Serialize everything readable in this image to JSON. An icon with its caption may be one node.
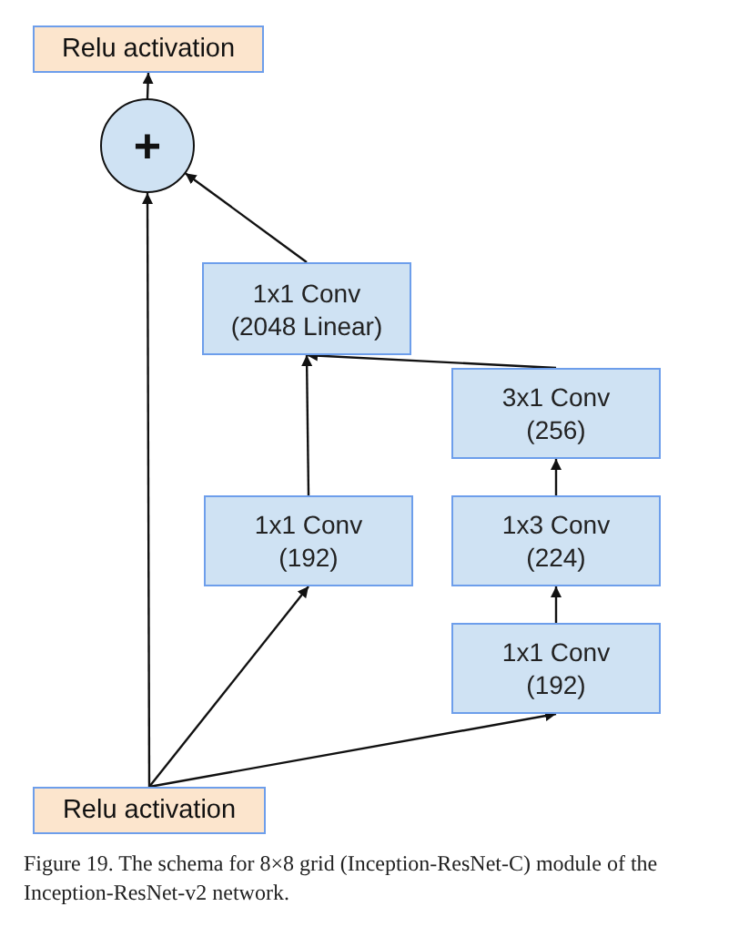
{
  "diagram": {
    "caption": "Figure 19. The schema for 8×8 grid (Inception-ResNet-C) module of the Inception-ResNet-v2 network.",
    "nodes": [
      {
        "text": [
          "Relu activation"
        ]
      },
      {
        "text": [
          "+"
        ]
      },
      {
        "text": [
          "1x1 Conv (2048 Linear)"
        ]
      },
      {
        "text": [
          "3x1 Conv (256)"
        ]
      },
      {
        "text": [
          "1x1 Conv (192)"
        ]
      },
      {
        "text": [
          "1x3 Conv (224)"
        ]
      },
      {
        "text": [
          "1x1 Conv (192)"
        ]
      },
      {
        "text": [
          "Relu activation"
        ]
      }
    ],
    "edges": [
      {
        "from": 1,
        "to": 0,
        "arrow": "to"
      },
      {
        "from": 7,
        "to": 1,
        "arrow": "to"
      },
      {
        "from": 2,
        "to": 1,
        "arrow": "to"
      },
      {
        "from": 4,
        "to": 2,
        "arrow": "to"
      },
      {
        "from": 3,
        "to": 2,
        "arrow": "to"
      },
      {
        "from": 5,
        "to": 3,
        "arrow": "to"
      },
      {
        "from": 6,
        "to": 5,
        "arrow": "to"
      },
      {
        "from": 7,
        "to": 4,
        "arrow": "to"
      },
      {
        "from": 7,
        "to": 6,
        "arrow": "to"
      }
    ]
  }
}
